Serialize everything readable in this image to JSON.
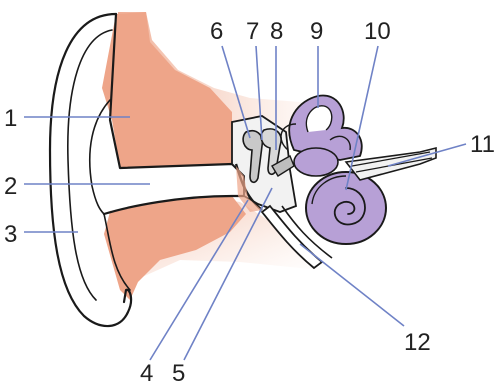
{
  "diagram": {
    "labels": [
      {
        "id": "1",
        "text": "1"
      },
      {
        "id": "2",
        "text": "2"
      },
      {
        "id": "3",
        "text": "3"
      },
      {
        "id": "4",
        "text": "4"
      },
      {
        "id": "5",
        "text": "5"
      },
      {
        "id": "6",
        "text": "6"
      },
      {
        "id": "7",
        "text": "7"
      },
      {
        "id": "8",
        "text": "8"
      },
      {
        "id": "9",
        "text": "9"
      },
      {
        "id": "10",
        "text": "10"
      },
      {
        "id": "11",
        "text": "11"
      },
      {
        "id": "12",
        "text": "12"
      }
    ],
    "colors": {
      "tissue": "#eea589",
      "tissue_fade": "#f7d6c6",
      "inner_ear": "#b7a0d6",
      "inner_ear_dark": "#8e76bd",
      "ossicle": "#c9c9c9",
      "leader": "#6f82c6",
      "outline": "#1a1a1a"
    }
  }
}
